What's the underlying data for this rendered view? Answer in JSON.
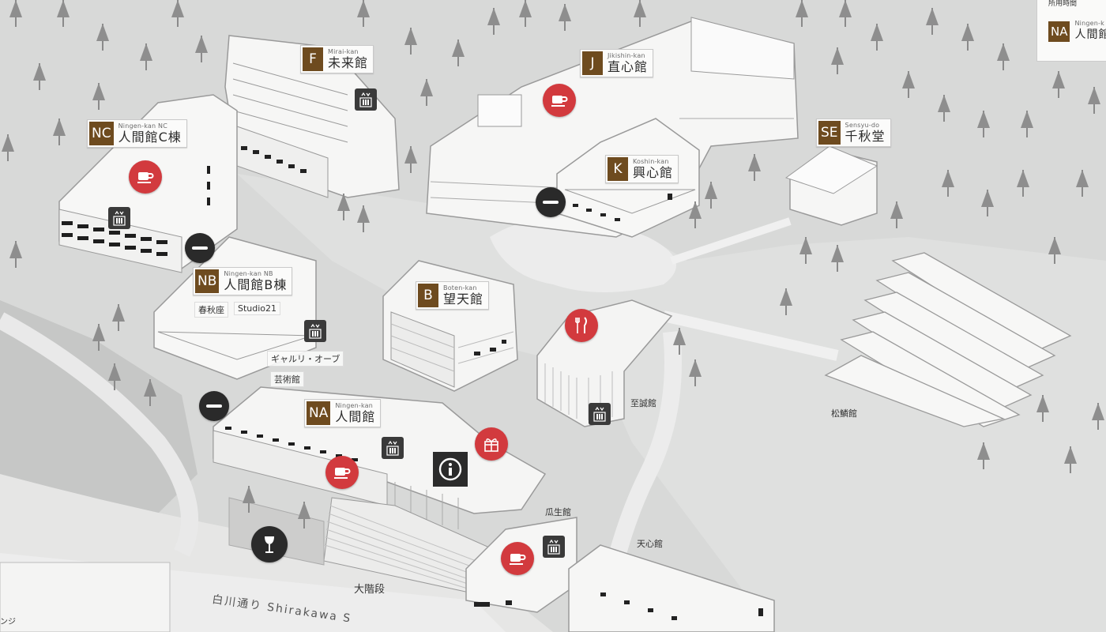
{
  "buildings": {
    "F": {
      "code": "F",
      "romaji": "Mirai-kan",
      "name": "未来館"
    },
    "J": {
      "code": "J",
      "romaji": "Jikishin-kan",
      "name": "直心館"
    },
    "NC": {
      "code": "NC",
      "romaji": "Ningen-kan NC",
      "name": "人間館C棟"
    },
    "K": {
      "code": "K",
      "romaji": "Koshin-kan",
      "name": "興心館"
    },
    "SE": {
      "code": "SE",
      "romaji": "Sensyu-do",
      "name": "千秋堂"
    },
    "NB": {
      "code": "NB",
      "romaji": "Ningen-kan NB",
      "name": "人間館B棟"
    },
    "B": {
      "code": "B",
      "romaji": "Boten-kan",
      "name": "望天館"
    },
    "NA": {
      "code": "NA",
      "romaji": "Ningen-kan",
      "name": "人間館"
    },
    "NA_corner": {
      "code": "NA",
      "romaji": "Ningen-k",
      "name": "人間館"
    }
  },
  "labels": {
    "shunjuza": "春秋座",
    "studio21": "Studio21",
    "gallery": "ギャルリ・オーブ",
    "geijutsukan": "芸術館",
    "shiseikan": "至誠館",
    "shorinkan": "松鱗館",
    "uriukan": "瓜生館",
    "tenshinkan": "天心館",
    "daikaidan": "大階段",
    "street": "白川通り Shirakawa S",
    "corner_top": "所用時間",
    "left_edge": "ンジ"
  },
  "icons": {
    "cafe": "coffee-cup-icon",
    "restaurant": "fork-knife-icon",
    "elevator": "elevator-icon",
    "no_entry": "no-entry-icon",
    "shop": "gift-icon",
    "info": "information-icon",
    "bar": "wine-glass-icon"
  },
  "colors": {
    "brand_brown": "#6e4b1f",
    "pin_red": "#d23a3e",
    "dark": "#2a2a2a"
  }
}
